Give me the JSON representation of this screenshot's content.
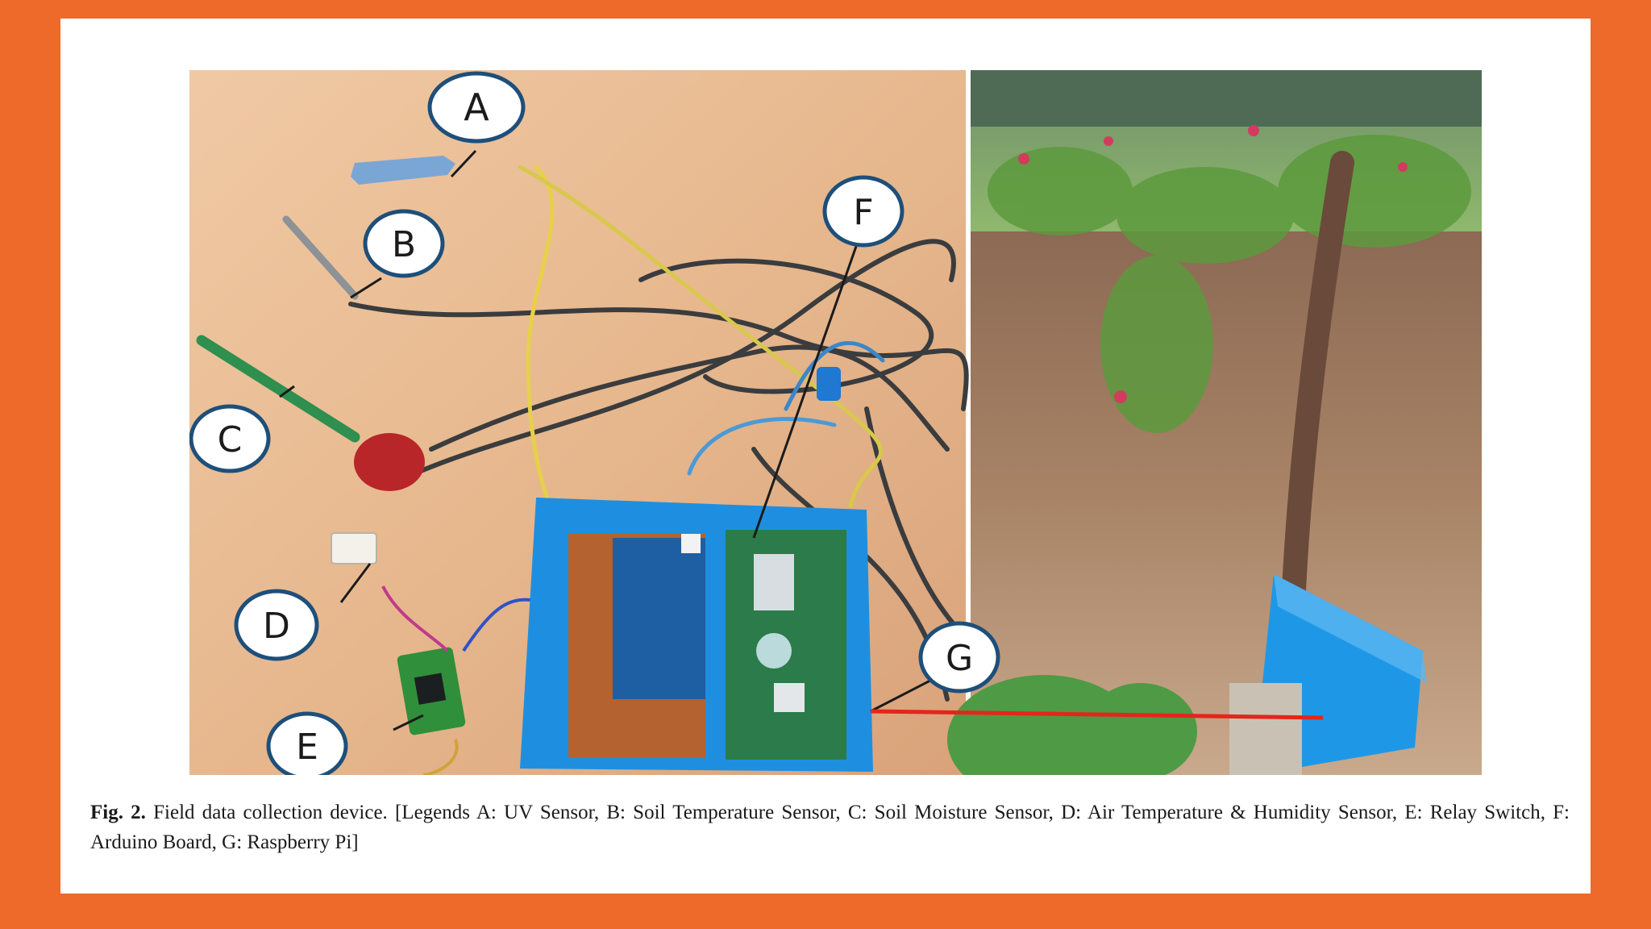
{
  "figure": {
    "callouts": {
      "a": "A",
      "b": "B",
      "c": "C",
      "d": "D",
      "e": "E",
      "f": "F",
      "g": "G"
    }
  },
  "caption": {
    "label": "Fig. 2.",
    "text": " Field data collection device. [Legends A: UV Sensor, B: Soil Temperature Sensor, C: Soil Moisture Sensor, D: Air Temperature & Humidity Sensor, E: Relay Switch, F: Arduino Board, G: Raspberry Pi]"
  },
  "colors": {
    "frame": "#ee6a2a",
    "enclosure": "#1e8fe0",
    "pointer_line": "#e3261b"
  }
}
